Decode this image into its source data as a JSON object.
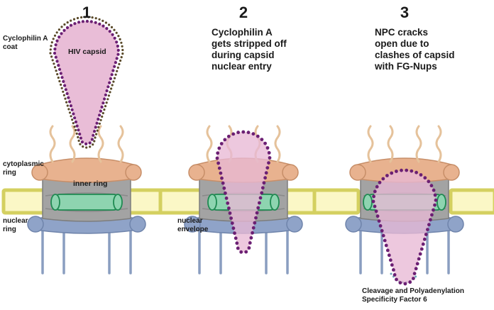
{
  "panels": [
    {
      "number": "1",
      "caption": ""
    },
    {
      "number": "2",
      "caption": "Cyclophilin A\ngets stripped off\nduring capsid\nnuclear entry"
    },
    {
      "number": "3",
      "caption": "NPC cracks\nopen due to\nclashes of capsid\nwith FG-Nups"
    }
  ],
  "labels": {
    "cyclophilin_coat": "Cyclophilin A\ncoat",
    "hiv_capsid": "HIV capsid",
    "cytoplasmic_ring": "cytoplasmic\nring",
    "inner_ring": "inner ring",
    "nuclear_ring": "nuclear\nring",
    "nuclear_envelope": "nuclear\nenvelope",
    "cpsf6": "Cleavage and Polyadenylation\nSpecificity Factor 6"
  },
  "colors": {
    "cytoplasmic_ring": "#e8b28f",
    "inner_ring": "#a3a3a3",
    "nuclear_ring": "#8fa3c8",
    "membrane_fill": "#fbf7c6",
    "membrane_border": "#d4d060",
    "fg_ring": "#8ed4b0",
    "capsid_fill": "#e8b9d5",
    "capsid_dots": "#6b1f73",
    "cyclophilin_dots": "#5a4a2a",
    "fg_nup_strands": "#e5c29b",
    "cpsf6_dots": "#6aa6b8"
  }
}
